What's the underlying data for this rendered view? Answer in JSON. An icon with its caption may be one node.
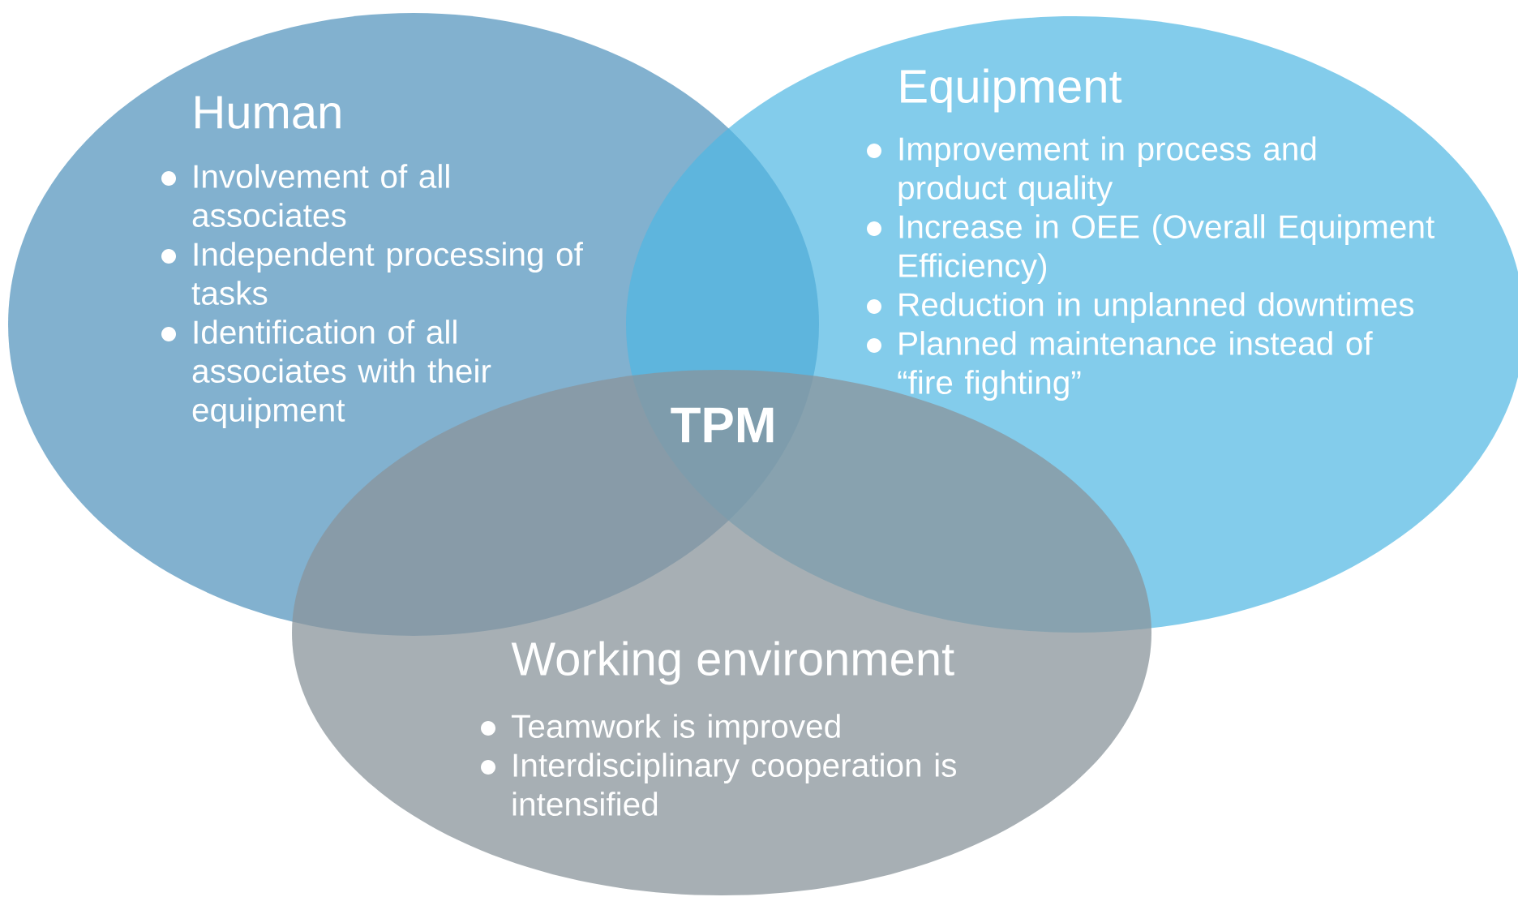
{
  "diagram": {
    "nodes": [
      {
        "text": [
          "Human",
          "Involvement of all associates",
          "Independent processing of tasks",
          "Identification of all associates with their equipment"
        ]
      },
      {
        "text": [
          "Equipment",
          "Improvement in process and product quality",
          "Increase in OEE (Overall Equipment Efficiency)",
          "Reduction in unplanned downtimes",
          "Planned maintenance instead of “fire fighting”"
        ]
      },
      {
        "text": [
          "Working environment",
          "Teamwork is improved",
          "Interdisciplinary cooperation is intensified"
        ]
      }
    ],
    "edges": [],
    "labels": [
      "TPM"
    ]
  }
}
